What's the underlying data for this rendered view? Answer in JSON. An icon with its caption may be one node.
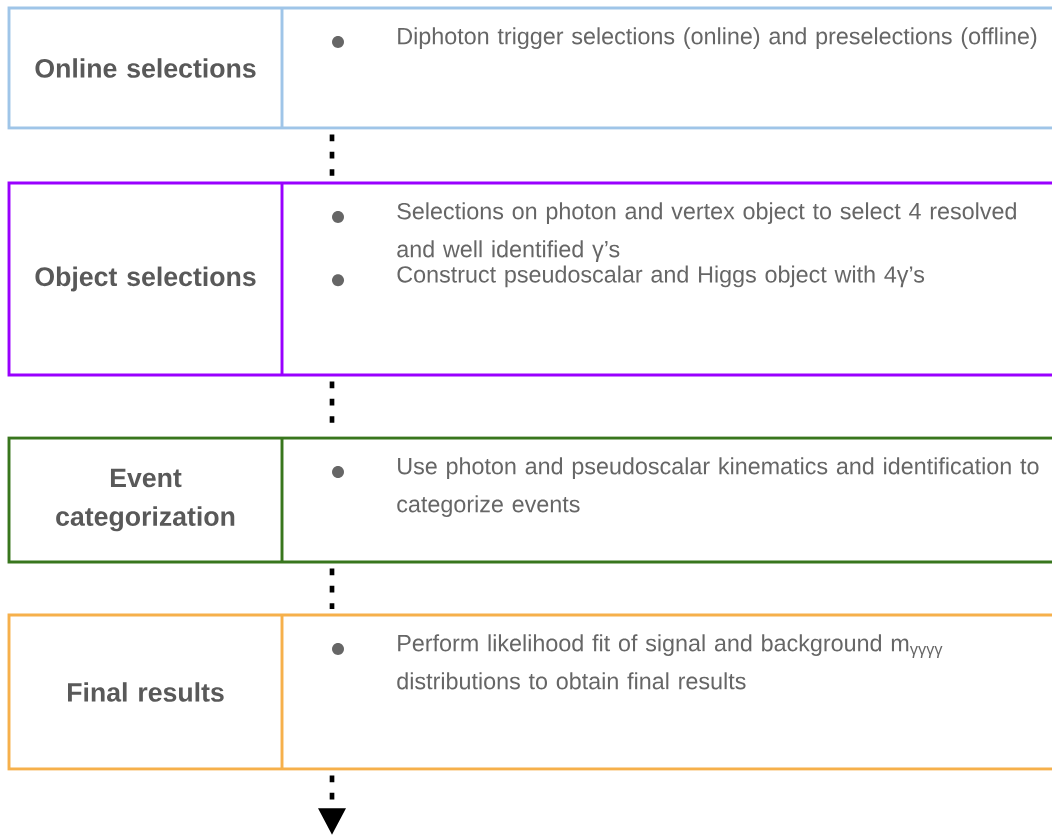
{
  "diagram": {
    "nodes": [
      {
        "text": [
          "Online selections",
          "Diphoton trigger selections (online) and preselections (offline)"
        ]
      },
      {
        "text": [
          "Object selections",
          "Selections on photon and vertex object to select 4 resolved and well identified γ’s",
          "Construct pseudoscalar and Higgs object with 4γ’s"
        ]
      },
      {
        "text": [
          "Event categorization",
          "Use photon and pseudoscalar kinematics and identification to categorize events"
        ]
      },
      {
        "text": [
          "Final results",
          "Perform likelihood fit of signal and background m$_{γγγγ}$ distributions to obtain final results"
        ]
      }
    ],
    "edges": [
      {
        "from": 0,
        "to": 1,
        "arrow": "none",
        "style": "dashed"
      },
      {
        "from": 1,
        "to": 2,
        "arrow": "none",
        "style": "dashed"
      },
      {
        "from": 2,
        "to": 3,
        "arrow": "none",
        "style": "dashed"
      },
      {
        "from": 3,
        "to": null,
        "arrow": "to",
        "style": "dashed"
      }
    ]
  }
}
